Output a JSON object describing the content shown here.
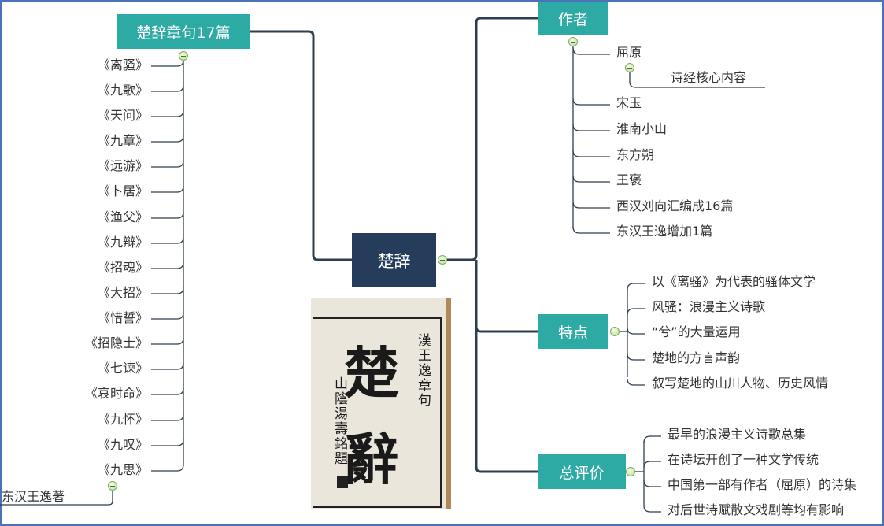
{
  "root": {
    "label": "楚辞"
  },
  "left_branch": {
    "label": "楚辞章句17篇",
    "items": [
      "《离骚》",
      "《九歌》",
      "《天问》",
      "《九章》",
      "《远游》",
      "《卜居》",
      "《渔父》",
      "《九辩》",
      "《招魂》",
      "《大招》",
      "《惜誓》",
      "《招隐士》",
      "《七谏》",
      "《哀时命》",
      "《九怀》",
      "《九叹》",
      "《九思》"
    ],
    "sub": "东汉王逸著"
  },
  "authors": {
    "label": "作者",
    "items": [
      "屈原",
      "宋玉",
      "淮南小山",
      "东方朔",
      "王褒",
      "西汉刘向汇编成16篇",
      "东汉王逸增加1篇"
    ],
    "quyuan_child": "诗经核心内容"
  },
  "features": {
    "label": "特点",
    "items": [
      "以《离骚》为代表的骚体文学",
      "风骚：浪漫主义诗歌",
      "“兮”的大量运用",
      "楚地的方言声韵",
      "叙写楚地的山川人物、历史风情"
    ]
  },
  "evaluation": {
    "label": "总评价",
    "items": [
      "最早的浪漫主义诗歌总集",
      "在诗坛开创了一种文学传统",
      "中国第一部有作者（屈原）的诗集",
      "对后世诗赋散文戏剧等均有影响"
    ]
  },
  "photo": {
    "title_top": "楚",
    "title_bottom": "辭",
    "right_col": "漢王逸章句",
    "left_col": "山陰湯壽銘題"
  },
  "colors": {
    "teal": "#2eaaa5",
    "dark": "#253d5b",
    "line": "#2d3e50",
    "frame": "#4a72b8"
  }
}
